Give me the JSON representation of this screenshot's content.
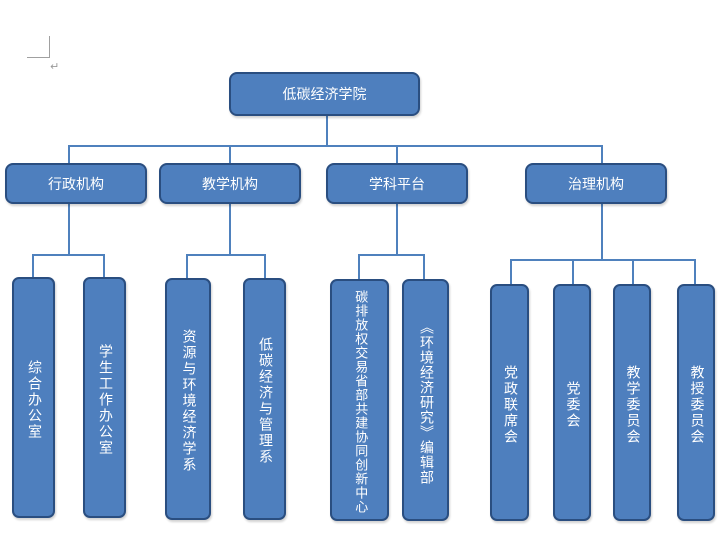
{
  "root": {
    "label": "低碳经济学院"
  },
  "branches": [
    {
      "id": "admin",
      "label": "行政机构",
      "children": [
        {
          "label": "综合办公室"
        },
        {
          "label": "学生工作办公室"
        }
      ]
    },
    {
      "id": "teaching",
      "label": "教学机构",
      "children": [
        {
          "label": "资源与环境经济学系"
        },
        {
          "label": "低碳经济与管理系"
        }
      ]
    },
    {
      "id": "discipline",
      "label": "学科平台",
      "children": [
        {
          "label": "碳排放权交易省部共建协同创新中心"
        },
        {
          "label": "《环境经济研究》编辑部"
        }
      ]
    },
    {
      "id": "governance",
      "label": "治理机构",
      "children": [
        {
          "label": "党政联席会"
        },
        {
          "label": "党委会"
        },
        {
          "label": "教学委员会"
        },
        {
          "label": "教授委员会"
        }
      ]
    }
  ],
  "colors": {
    "box_fill": "#4e7fbe",
    "box_border": "#2a4e80",
    "connector": "#4f81bd"
  }
}
